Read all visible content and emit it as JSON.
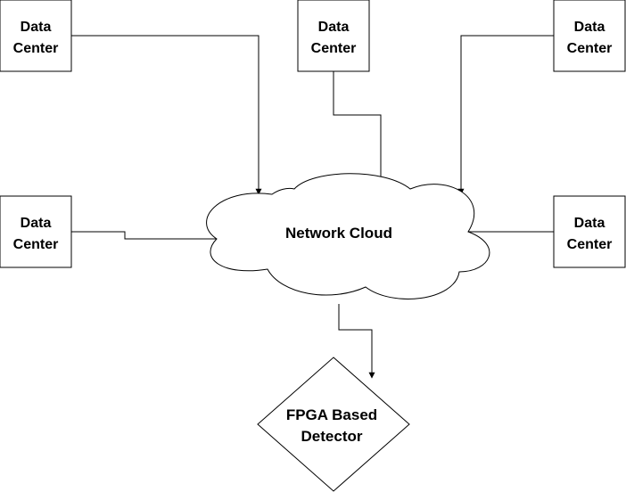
{
  "diagram": {
    "nodes": {
      "dc_top_left": {
        "line1": "Data",
        "line2": "Center"
      },
      "dc_top_mid": {
        "line1": "Data",
        "line2": "Center"
      },
      "dc_top_right": {
        "line1": "Data",
        "line2": "Center"
      },
      "dc_mid_left": {
        "line1": "Data",
        "line2": "Center"
      },
      "dc_mid_right": {
        "line1": "Data",
        "line2": "Center"
      },
      "cloud": {
        "label": "Network Cloud"
      },
      "detector": {
        "line1": "FPGA Based",
        "line2": "Detector"
      }
    },
    "edges": [
      {
        "from": "dc_top_left",
        "to": "cloud"
      },
      {
        "from": "dc_top_mid",
        "to": "cloud"
      },
      {
        "from": "dc_top_right",
        "to": "cloud"
      },
      {
        "from": "dc_mid_left",
        "to": "cloud"
      },
      {
        "from": "dc_mid_right",
        "to": "cloud"
      },
      {
        "from": "cloud",
        "to": "detector"
      }
    ],
    "colors": {
      "stroke": "#000000",
      "fill": "#ffffff",
      "text": "#000000"
    }
  }
}
